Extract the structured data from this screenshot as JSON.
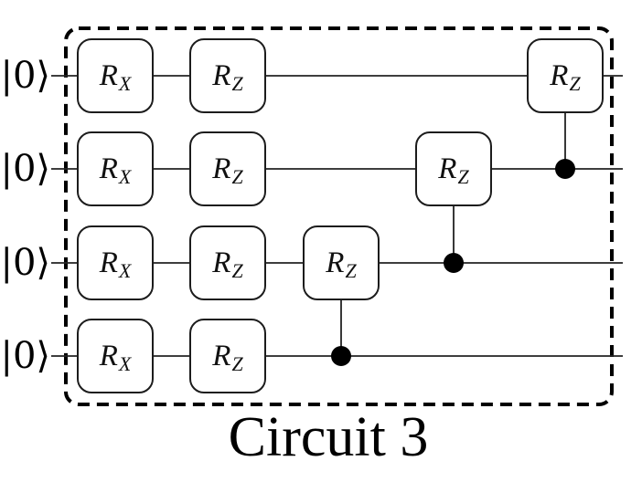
{
  "figure": {
    "caption": "Circuit 3",
    "background_color": "#ffffff",
    "line_color": "#000000"
  },
  "circuit": {
    "num_qubits": 4,
    "wires": [
      {
        "label": "|0⟩",
        "gates": [
          {
            "base": "R",
            "sub": "X"
          },
          {
            "base": "R",
            "sub": "Z"
          },
          {
            "base": "R",
            "sub": "Z"
          }
        ]
      },
      {
        "label": "|0⟩",
        "gates": [
          {
            "base": "R",
            "sub": "X"
          },
          {
            "base": "R",
            "sub": "Z"
          },
          {
            "base": "R",
            "sub": "Z"
          }
        ]
      },
      {
        "label": "|0⟩",
        "gates": [
          {
            "base": "R",
            "sub": "X"
          },
          {
            "base": "R",
            "sub": "Z"
          },
          {
            "base": "R",
            "sub": "Z"
          }
        ]
      },
      {
        "label": "|0⟩",
        "gates": [
          {
            "base": "R",
            "sub": "X"
          },
          {
            "base": "R",
            "sub": "Z"
          }
        ]
      }
    ],
    "controls": [
      {
        "gate": "RZ",
        "target_wire": 3,
        "control_wire": 4
      },
      {
        "gate": "RZ",
        "target_wire": 2,
        "control_wire": 3
      },
      {
        "gate": "RZ",
        "target_wire": 1,
        "control_wire": 2
      }
    ]
  }
}
